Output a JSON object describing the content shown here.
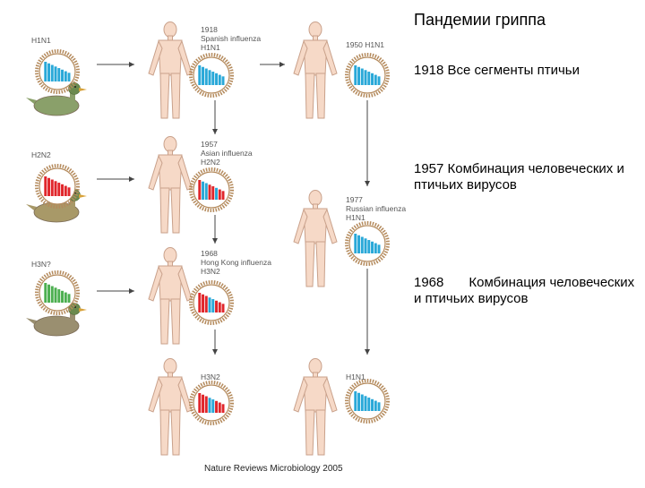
{
  "title": "Пандемии гриппа",
  "descriptions": {
    "y1918": "1918 Все сегменты птичьи",
    "y1957": "1957 Комбинация человеческих и птичьих вирусов",
    "y1968_year": "1968",
    "y1968_text": "Комбинация человеческих и птичьих вирусов"
  },
  "avian_strains": [
    "H1N1",
    "H2N2",
    "H3N?"
  ],
  "human_labels": {
    "h1918": [
      "1918",
      "Spanish influenza",
      "H1N1"
    ],
    "h1957": [
      "1957",
      "Asian influenza",
      "H2N2"
    ],
    "h1968": [
      "1968",
      "Hong Kong influenza",
      "H3N2"
    ],
    "h1950": [
      "1950 H1N1"
    ],
    "h1977": [
      "1977",
      "Russian influenza",
      "H1N1"
    ],
    "bottom_left": [
      "H3N2"
    ],
    "bottom_right": [
      "H1N1"
    ]
  },
  "credit": "Nature Reviews Microbiology 2005",
  "colors": {
    "avian_bar": "#29a8d8",
    "human_bar": "#e0262b",
    "figure_skin": "#f6d9c7",
    "figure_outline": "#c9a18b",
    "virus_ring": "#b48a5c",
    "duck_green": "#5e9a4d",
    "duck_brown": "#b9907c",
    "arrow": "#444444"
  }
}
